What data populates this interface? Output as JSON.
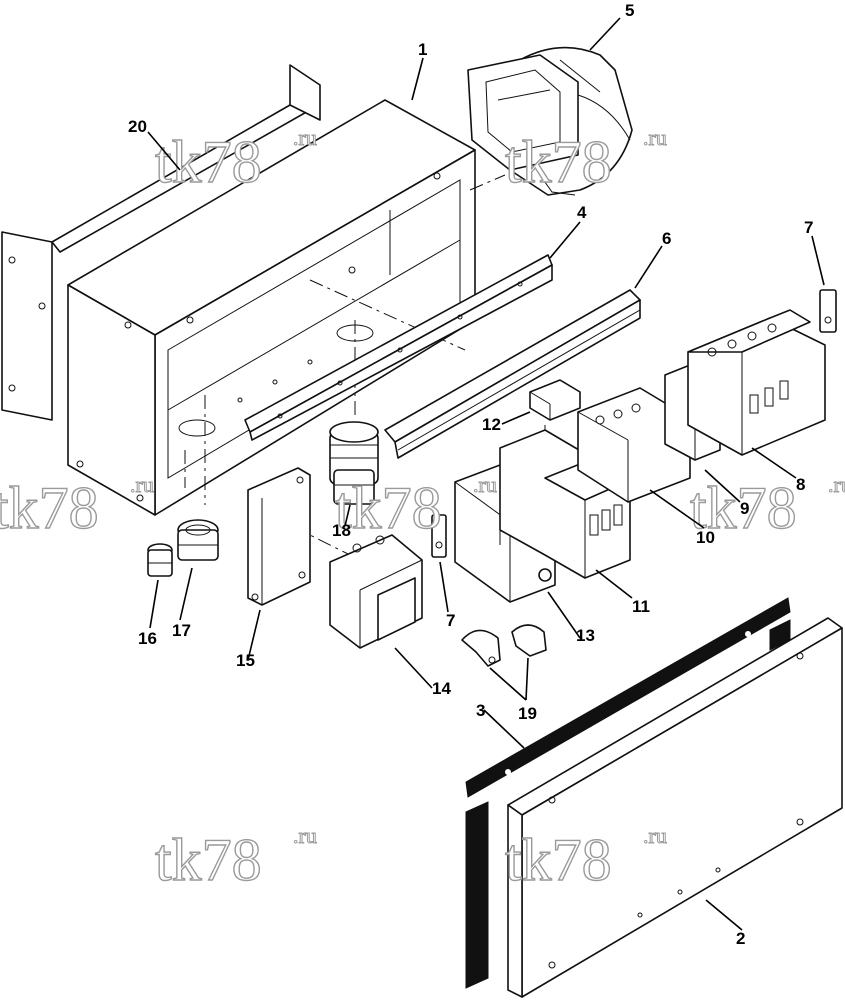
{
  "callouts": {
    "c1": "1",
    "c2": "2",
    "c3": "3",
    "c4": "4",
    "c5": "5",
    "c6": "6",
    "c7a": "7",
    "c7b": "7",
    "c8": "8",
    "c9": "9",
    "c10": "10",
    "c11": "11",
    "c12": "12",
    "c13": "13",
    "c14": "14",
    "c15": "15",
    "c16": "16",
    "c17": "17",
    "c18": "18",
    "c19": "19",
    "c20": "20"
  },
  "watermark": {
    "text": "tk78",
    "suffix": ".ru"
  }
}
